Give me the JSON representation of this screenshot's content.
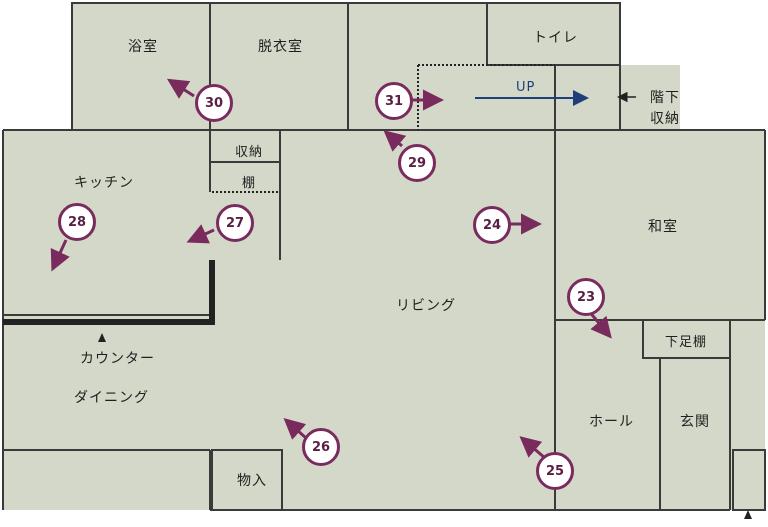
{
  "rooms": {
    "bath": "浴室",
    "dressing": "脱衣室",
    "toilet": "トイレ",
    "stairs_storage_1": "階下",
    "stairs_storage_2": "収納",
    "storage_small": "収納",
    "shelf": "棚",
    "kitchen": "キッチン",
    "japanese_room": "和室",
    "living": "リビング",
    "counter": "カウンター",
    "dining": "ダイニング",
    "hall": "ホール",
    "shoe_shelf": "下足棚",
    "entrance": "玄関",
    "closet": "物入"
  },
  "stairs_label": "UP",
  "viewpoints": [
    "23",
    "24",
    "25",
    "26",
    "27",
    "28",
    "29",
    "30",
    "31"
  ],
  "colors": {
    "floor": "#d3d8c9",
    "wall": "#3a3a3a",
    "marker_ring": "#7a2b5e",
    "marker_arrow": "#7a2b5e",
    "stairs_arrow": "#1f3f7a"
  }
}
